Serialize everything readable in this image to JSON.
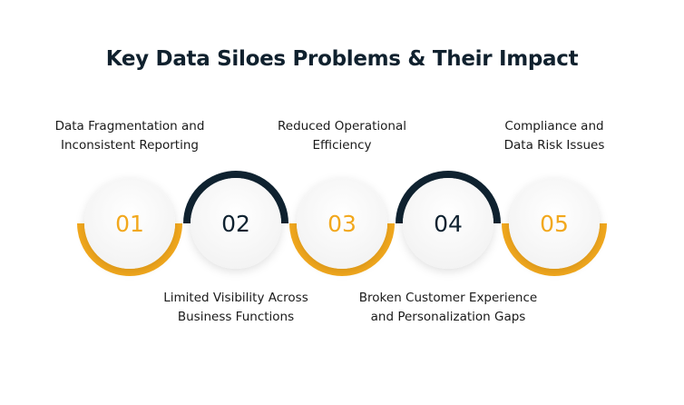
{
  "title": "Key Data Siloes Problems & Their Impact",
  "colors": {
    "accent": "#F2A81D",
    "dark": "#0F2230"
  },
  "steps": [
    {
      "number": "01",
      "label_line1": "Data Fragmentation and",
      "label_line2": "Inconsistent Reporting",
      "position": "top",
      "arc": "bottom",
      "color": "accent"
    },
    {
      "number": "02",
      "label_line1": "Limited Visibility Across",
      "label_line2": "Business Functions",
      "position": "bottom",
      "arc": "top",
      "color": "dark"
    },
    {
      "number": "03",
      "label_line1": "Reduced Operational",
      "label_line2": "Efficiency",
      "position": "top",
      "arc": "bottom",
      "color": "accent"
    },
    {
      "number": "04",
      "label_line1": "Broken Customer Experience",
      "label_line2": "and Personalization Gaps",
      "position": "bottom",
      "arc": "top",
      "color": "dark"
    },
    {
      "number": "05",
      "label_line1": "Compliance and",
      "label_line2": "Data Risk Issues",
      "position": "top",
      "arc": "bottom",
      "color": "accent"
    }
  ]
}
